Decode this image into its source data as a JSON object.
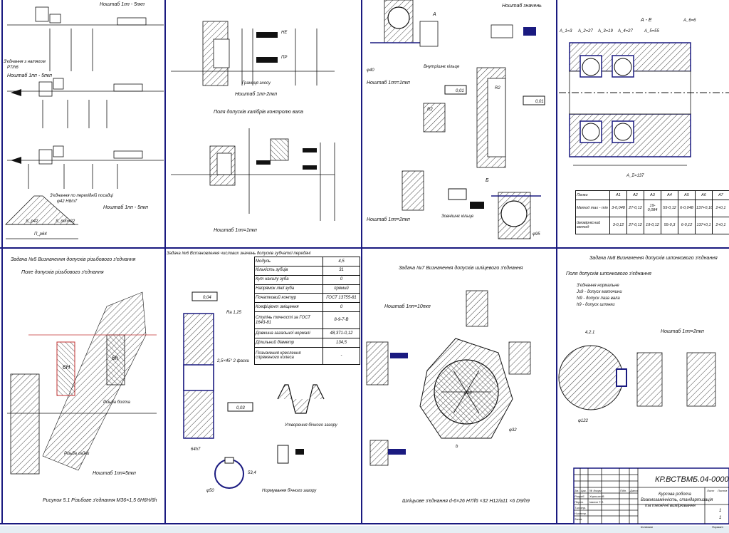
{
  "colors": {
    "frame": "#1a1a80",
    "line": "#111111",
    "accent": "#c03030"
  },
  "panel_thread_fit_top": {
    "scale_top": "Ноштаб 1пп - 5пкп",
    "fit_note": "З'єднання з натягом",
    "fit_code": "Р7/h6",
    "scale_mid": "Ноштаб 1пп - 5пкп",
    "transition_note": "З'єднання по перехідній посадці",
    "transition_code": "φ42 H8/n7",
    "scale_bottom": "Ноштаб 1пп - 5пкп",
    "dim_a": "S_min=22",
    "dim_b": "П_р64",
    "dim_c": "S_р42"
  },
  "panel_gauges": {
    "labels": [
      "НЕ",
      "ПР"
    ],
    "scale1": "Ноштаб 1пп-2пкп",
    "title": "Поля допусків калібрів контролю вала",
    "scale2": "Ноштаб 1пп=1пкп",
    "note": "Границя зносу"
  },
  "panel_bearing": {
    "inner_ring": "Внутрішнє кільце",
    "outer_ring": "Зовнішнє кільце",
    "scale1": "Ноштаб 1пп=1пкп",
    "scale2": "Ноштаб 1пп=2пкп",
    "section_a": "А",
    "section_b": "Б",
    "diam1": "φ40",
    "diam2": "φ95",
    "tol1": "0,01",
    "tol2": "0,01",
    "rough1": "R2",
    "rough2": "R2",
    "top_label": "Ноштаб значень"
  },
  "panel_chain": {
    "section": "А - Е",
    "dims": [
      "А_1=3",
      "А_2=27",
      "А_3=19",
      "А_4=27",
      "А_5=55",
      "А_6=6"
    ],
    "closing": "А_Σ=137",
    "table": {
      "headers": [
        "Ланки",
        "А1",
        "А2",
        "А3",
        "А4",
        "А5",
        "А6",
        "А7"
      ],
      "rows": [
        [
          "Метод max - min",
          "3-0,048",
          "27-0,12",
          "19-0,084",
          "55-0,12",
          "6-0,048",
          "137+0,16",
          "2+0,1"
        ],
        [
          "ймовірнісний метод",
          "3-0,12",
          "27-0,12",
          "19-0,12",
          "55-0,3",
          "6-0,12",
          "137+0,1",
          "2+0,1"
        ]
      ]
    }
  },
  "panel_task5": {
    "heading": "Задача №5 Визначення допусків різьбового з'єднання",
    "subtitle": "Поле допусків різьбового з'єднання",
    "field1": "6Н",
    "field2": "6h",
    "label1": "Різьба болта",
    "label2": "Різьба гайки",
    "scale": "Ноштаб 1пп=5пкп",
    "caption": "Рисунок 5.1 Різьбове з'єднання М36×1,5 6Н6Н/6h"
  },
  "panel_task6": {
    "heading": "Задача №6 Встановлення числових значень допусків зубчатої передачі",
    "table": [
      [
        "Модуль",
        "4,5"
      ],
      [
        "Кількість зубців",
        "31"
      ],
      [
        "Кут нахилу зуба",
        "0"
      ],
      [
        "Напрямок лінії зуба",
        "прямий"
      ],
      [
        "Початковий контур",
        "ГОСТ 13755-81"
      ],
      [
        "Коефіцієнт зміщення",
        "0"
      ],
      [
        "Ступінь точності за ГОСТ 1643-81",
        "8-9-7-В"
      ],
      [
        "Довжина загальної нормалі",
        "48,371-0,12"
      ],
      [
        "Ділильний діаметр",
        "134,5"
      ],
      [
        "Позначення креслення спряженого колеса",
        "-"
      ]
    ],
    "tol1": "0,04",
    "tol2": "0,03",
    "rough": "Ra 1,25",
    "chamfer": "2,5×45° 2 фаски",
    "diam": "φ50",
    "width": "64h7",
    "backlash": "Утворення бічного зазору",
    "backlash_norm": "Нормування бічного зазору",
    "key_dim": "53,4"
  },
  "panel_task7": {
    "heading": "Задача №7 Визначення допусків шліцевого з'єднання",
    "scale": "Ноштаб 1пп=10пкп",
    "d_inner": "φ26",
    "d_outer": "φ32",
    "b": "b",
    "caption": "Шліцьове з'єднання d-6×26 H7/f6 ×32 H12/a11 ×6 D9/h9"
  },
  "panel_task8": {
    "heading": "Задача №8 Визначення допусків шпонкового з'єднання",
    "subtitle": "Поля допусків шпонкового з'єднання",
    "notes": [
      "З'єднання нормальне",
      "Js9 - допуск маточини",
      "N9 - допуск паза вала",
      "h9 - допуск шпонки"
    ],
    "scale": "Ноштаб 1пп=2пкп",
    "dim": "φ122",
    "dim2": "4,2.1"
  },
  "title_block": {
    "code": "КР.ВСТВМБ.04-0000",
    "title_line1": "Курсова робота",
    "title_line2": "Взаємозамінність, стандартизація",
    "title_line3": "та технічні вимірювання",
    "cols": [
      "Зм.",
      "Арк.",
      "№ докум.",
      "Підп.",
      "Дата"
    ],
    "rows": [
      "Розроб.",
      "Перев.",
      "Т.контр.",
      "Н.контр.",
      "Затв."
    ],
    "names": [
      "Хорошко В.",
      "Іванов Т.П."
    ],
    "bottom": "Копіював",
    "format": "Формат",
    "sheet": "Лист",
    "sheets": "Листів",
    "sheet_no": "1",
    "sheets_no": "1"
  }
}
